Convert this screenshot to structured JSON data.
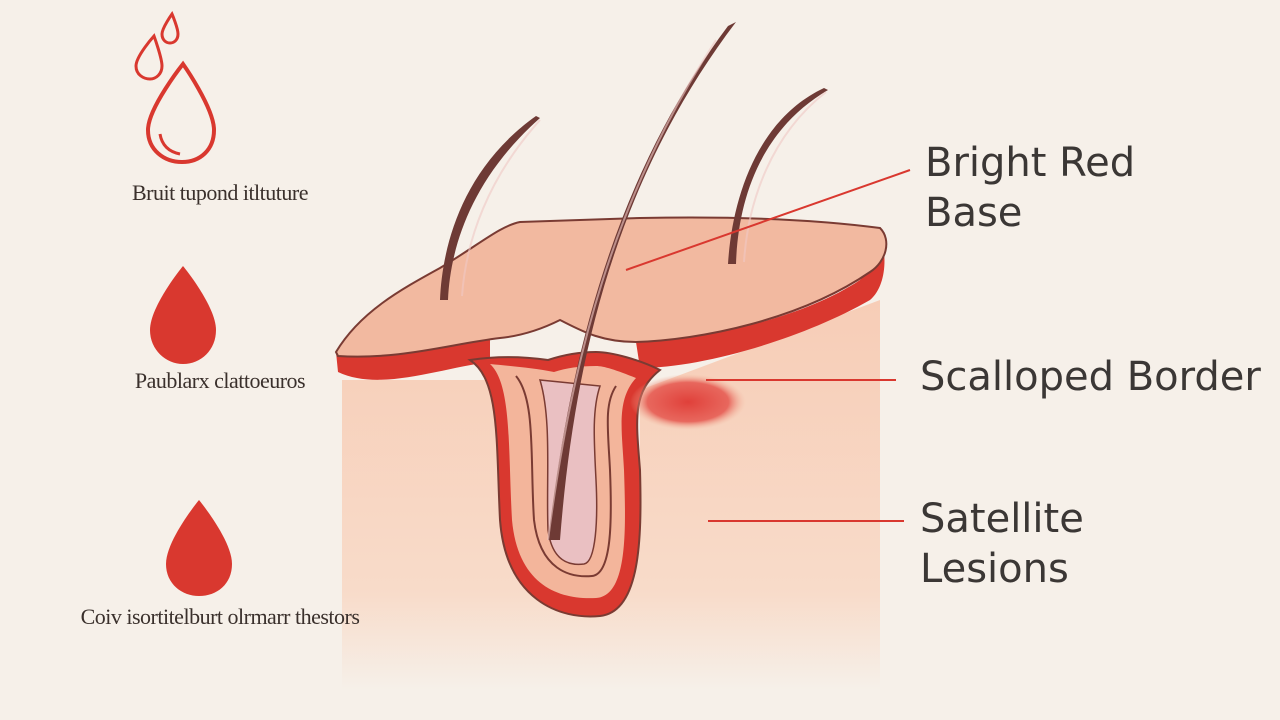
{
  "side_icons": [
    {
      "icon": "water-drops-outline-icon",
      "caption": "Bruit tupond itltuture"
    },
    {
      "icon": "blood-drop-icon",
      "caption": "Paublarx clattoeuros"
    },
    {
      "icon": "blood-drop-icon",
      "caption": "Coiv isortitelburt olrmarr thestors"
    }
  ],
  "callouts": {
    "bright_red_base": "Bright Red Base",
    "scalloped_border": "Scalloped Border",
    "satellite_lesions": "Satellite Lesions"
  },
  "colors": {
    "background": "#f6f0e9",
    "skin_surface": "#f2b9a0",
    "inflamed_red": "#d9382f",
    "hair": "#6e3a35",
    "icon_red": "#d9382f",
    "text": "#3b3735"
  }
}
